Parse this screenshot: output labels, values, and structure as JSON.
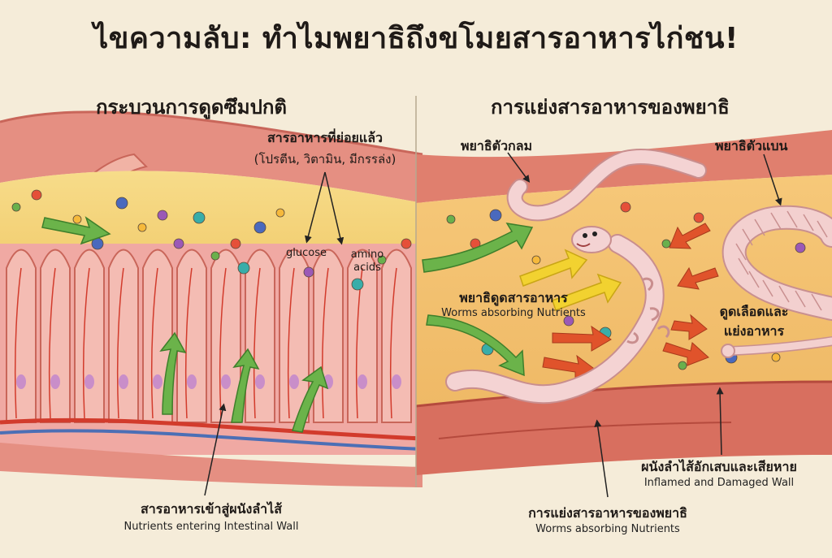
{
  "title": "ไขความลับ: ทำไมพยาธิถึงขโมยสารอาหารไก่ชน!",
  "left_panel": {
    "heading": "กระบวนการดูดซึมปกติ",
    "digested_label": "สารอาหารที่ย่อยแล้ว",
    "digested_detail": "(โปรตีน, วิตามิน, มีกรรล่ง)",
    "glucose": "glucose",
    "amino_line1": "amino",
    "amino_line2": "acids",
    "entering_th": "สารอาหารเข้าสู่ผนังลำไส้",
    "entering_en": "Nutrients entering Intestinal Wall"
  },
  "right_panel": {
    "heading": "การแย่งสารอาหารของพยาธิ",
    "roundworm": "พยาธิตัวกลม",
    "tapeworm": "พยาธิตัวแบน",
    "worms_absorb_th": "พยาธิดูดสารอาหาร",
    "worms_absorb_en": "Worms absorbing Nutrients",
    "suck_blood_line1": "ดูดเลือดและ",
    "suck_blood_line2": "แย่งอาหาร",
    "inflamed_th": "ผนังลำไส้อักเสบและเสียหาย",
    "inflamed_en": "Inflamed and Damaged Wall",
    "compete_th": "การแย่งสารอาหารของพยาธิ",
    "compete_en": "Worms absorbing Nutrients"
  },
  "colors": {
    "background": "#f5ecd9",
    "intestine_wall": "#e89a8c",
    "lumen": "#f3d277",
    "villi": "#f0a9a3",
    "worm": "#f4d3d3",
    "arrow_green": "#6bb34a",
    "arrow_red": "#e0532b"
  }
}
